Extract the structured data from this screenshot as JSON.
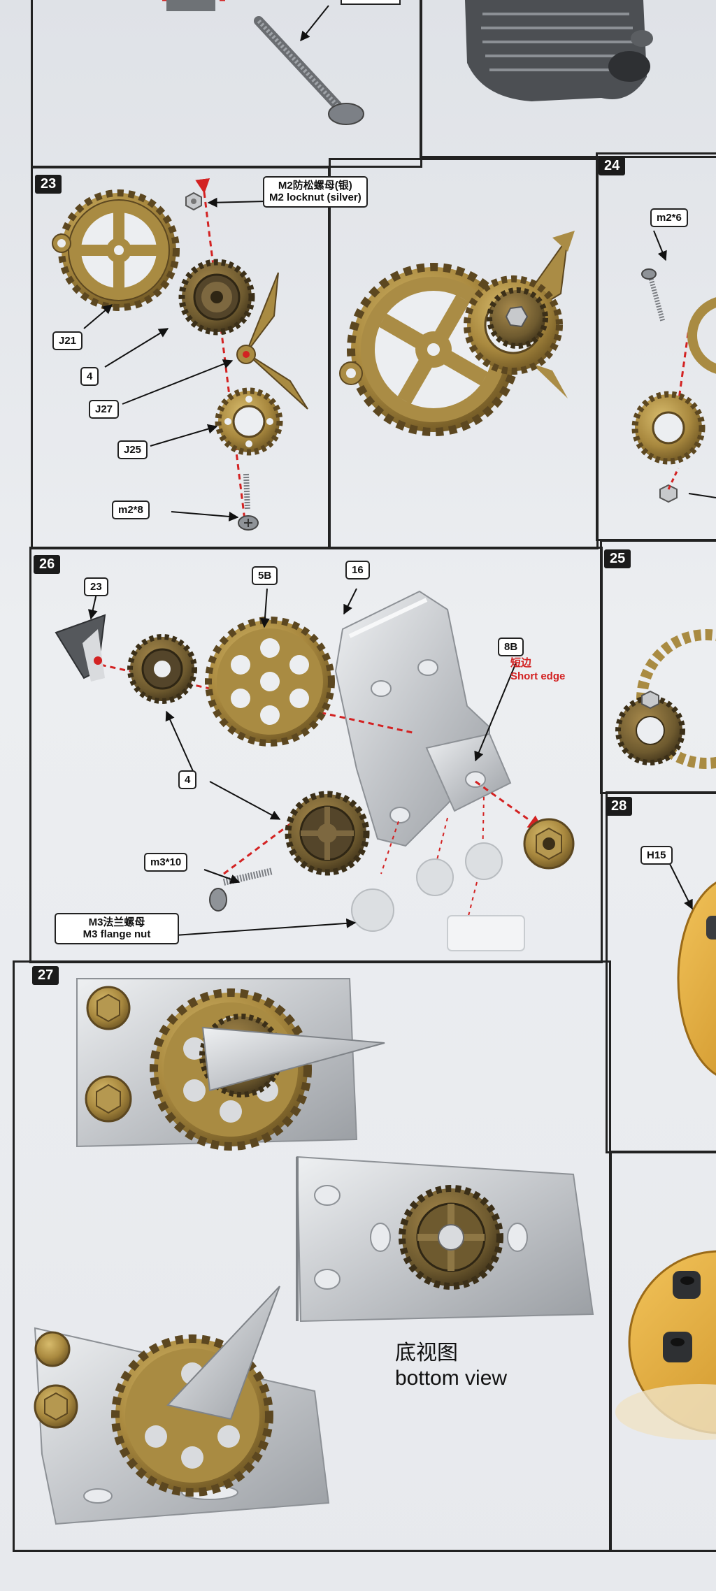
{
  "steps": {
    "s23": {
      "number": "23",
      "labels": {
        "locknut_cn": "M2防松螺母(银)",
        "locknut_en": "M2 locknut (silver)",
        "j21": "J21",
        "four": "4",
        "j27": "J27",
        "j25": "J25",
        "screw": "m2*8"
      }
    },
    "s24": {
      "number": "24",
      "labels": {
        "screw": "m2*6"
      }
    },
    "s25": {
      "number": "25"
    },
    "s26": {
      "number": "26",
      "labels": {
        "p23": "23",
        "p5b": "5B",
        "p16": "16",
        "p8b": "8B",
        "short_edge_cn": "短边",
        "short_edge_en": "Short edge",
        "four": "4",
        "screw": "m3*10",
        "flange_cn": "M3法兰螺母",
        "flange_en": "M3 flange nut"
      }
    },
    "s27": {
      "number": "27",
      "bottom_view_cn": "底视图",
      "bottom_view_en": "bottom view"
    },
    "s28": {
      "number": "28",
      "labels": {
        "h15": "H15"
      }
    }
  },
  "colors": {
    "frame": "#222222",
    "brass": "#a9893f",
    "brass_dark": "#6d5523",
    "steel": "#c9ccd0",
    "dashed_arrow": "#d32222",
    "base_orange": "#e1ab3a"
  }
}
